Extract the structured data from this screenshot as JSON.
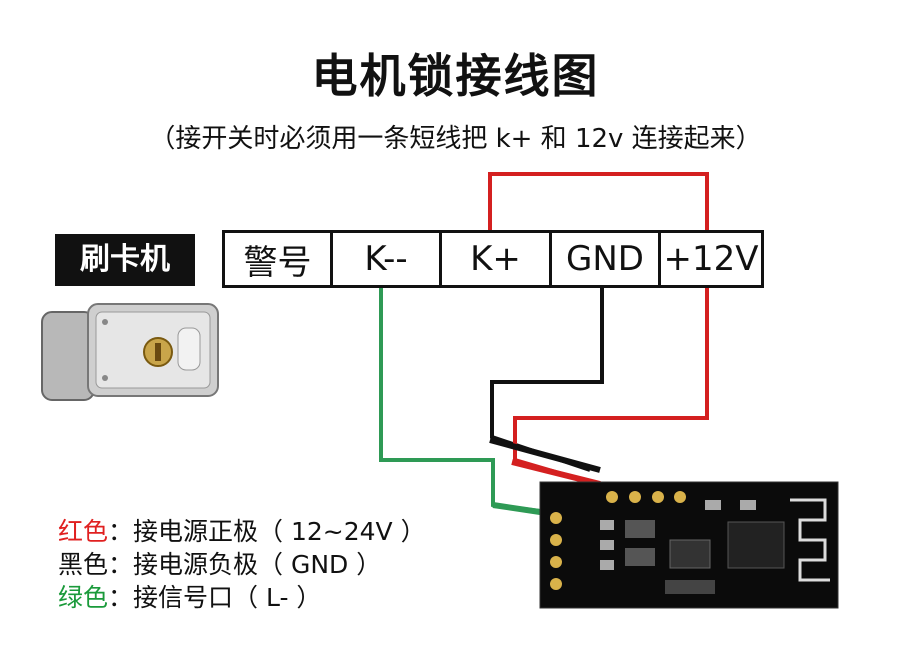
{
  "title": "电机锁接线图",
  "subtitle": "（接开关时必须用一条短线把 k+ 和 12v 连接起来）",
  "device_label": "刷卡机",
  "terminals": [
    {
      "label": "警号"
    },
    {
      "label": "K--"
    },
    {
      "label": "K+"
    },
    {
      "label": "GND"
    },
    {
      "label": "+12V"
    }
  ],
  "legend": [
    {
      "color_name": "红色",
      "colon": "：",
      "desc": "接电源正极（ 12~24V ）",
      "color": "#e02020"
    },
    {
      "color_name": "黑色",
      "colon": "：",
      "desc": "接电源负极（ GND ）",
      "color": "#111111"
    },
    {
      "color_name": "绿色",
      "colon": "：",
      "desc": "接信号口（ L- ）",
      "color": "#1a9a3a"
    }
  ],
  "wire_colors": {
    "red": "#d42020",
    "black": "#111111",
    "green": "#2e9a55"
  }
}
